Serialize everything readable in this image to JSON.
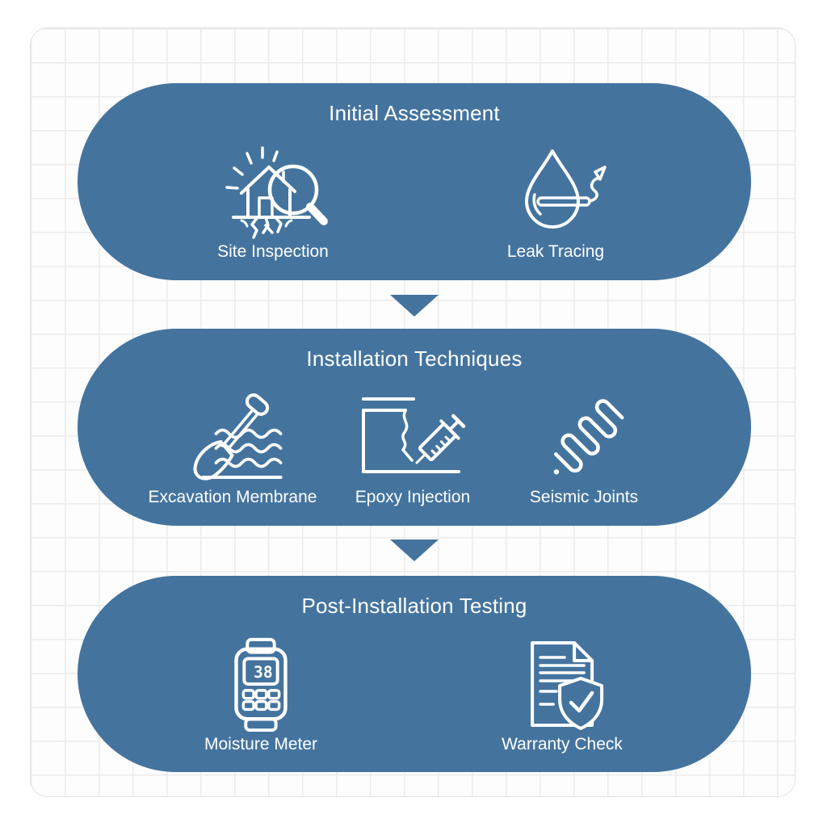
{
  "diagram": {
    "type": "process-flow",
    "stages": [
      {
        "title": "Initial Assessment",
        "items": [
          {
            "label": "Site Inspection",
            "icon": "house-magnifier-icon"
          },
          {
            "label": "Leak Tracing",
            "icon": "water-drop-trace-icon"
          }
        ]
      },
      {
        "title": "Installation Techniques",
        "items": [
          {
            "label": "Excavation Membrane",
            "icon": "shovel-membrane-icon"
          },
          {
            "label": "Epoxy Injection",
            "icon": "syringe-crack-icon"
          },
          {
            "label": "Seismic Joints",
            "icon": "spring-coil-icon"
          }
        ]
      },
      {
        "title": "Post-Installation Testing",
        "items": [
          {
            "label": "Moisture Meter",
            "icon": "moisture-meter-icon",
            "reading": "38"
          },
          {
            "label": "Warranty Check",
            "icon": "document-shield-check-icon"
          }
        ]
      }
    ],
    "connectors": [
      {
        "type": "down-arrow"
      },
      {
        "type": "down-arrow"
      }
    ]
  },
  "colors": {
    "accent": "#44749E",
    "icon_stroke": "#FFFFFF",
    "text": "#FFFFFF",
    "card_background": "#FDFDFD",
    "grid_line": "#ECECEC",
    "card_border": "#E2E2E2",
    "page_background": "#FFFFFF"
  }
}
